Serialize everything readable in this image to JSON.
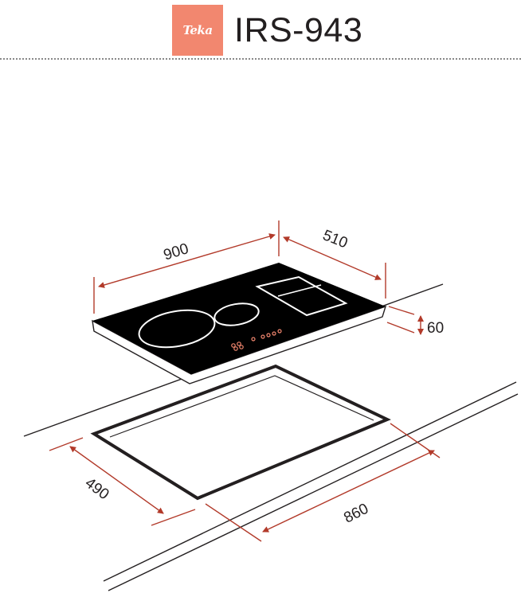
{
  "header": {
    "brand": "Teka",
    "model": "IRS-943"
  },
  "dimensions": {
    "width": "900",
    "depth": "510",
    "height": "60",
    "cutout_depth": "490",
    "cutout_width": "860"
  },
  "colors": {
    "logo_bg": "#f2876f",
    "dimension_line": "#b23a2a",
    "hob_surface": "#000000",
    "outline": "#231f20"
  },
  "icons": [
    "hob-illustration",
    "cutout-illustration",
    "dimension-arrow"
  ]
}
